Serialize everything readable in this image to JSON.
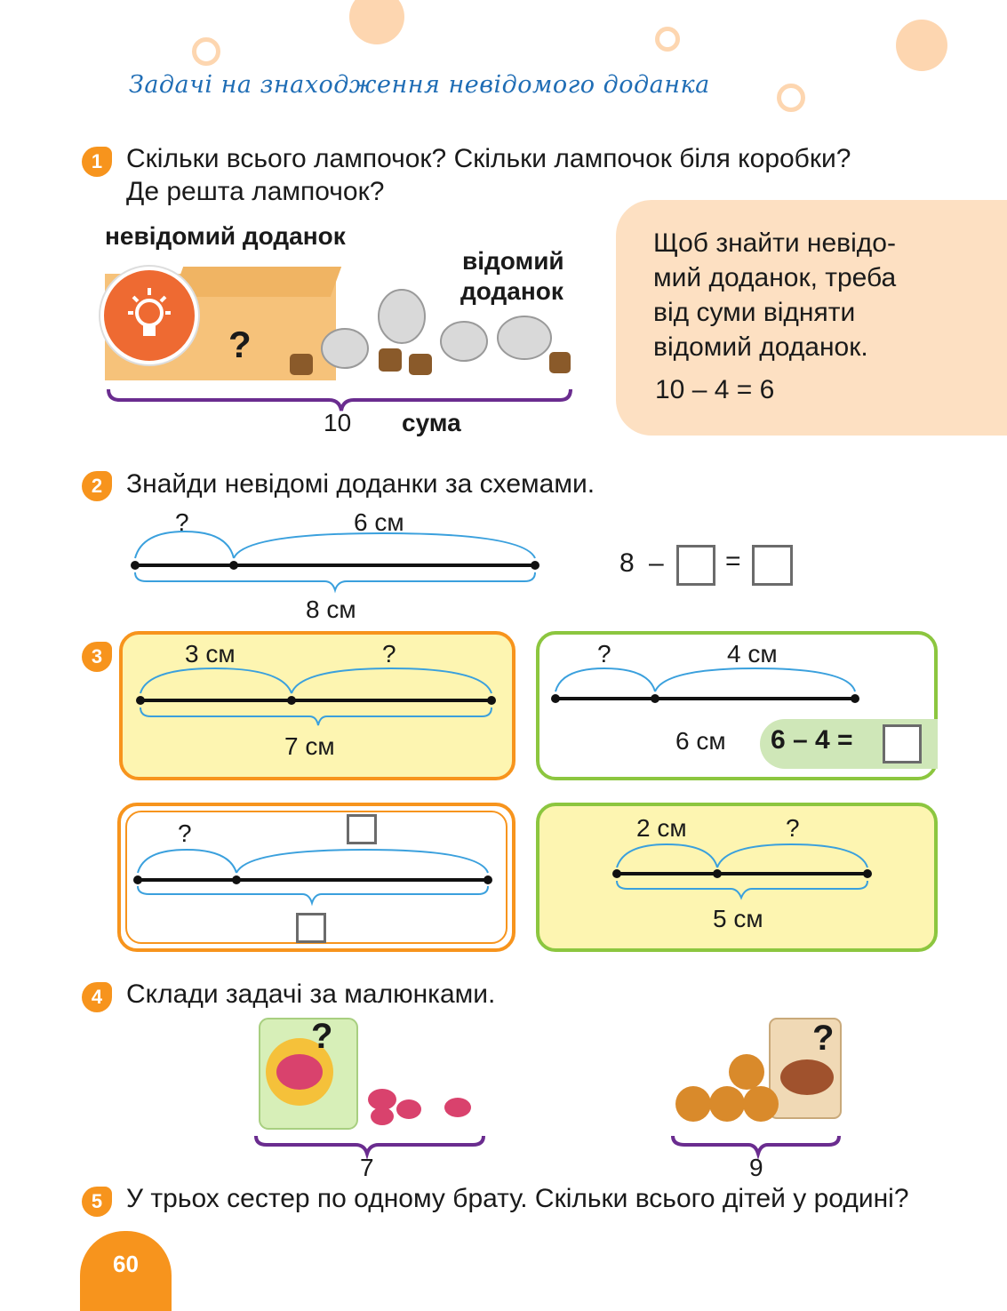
{
  "title": "Задачі на знаходження невідомого доданка",
  "task1": {
    "number": "1",
    "text_line1": "Скільки всього лампочок? Скільки лампочок біля коробки?",
    "text_line2": "Де решта лампочок?",
    "label_unknown": "невідомий доданок",
    "label_known_1": "відомий",
    "label_known_2": "доданок",
    "box_question": "?",
    "total_value": "10",
    "total_label": "сума",
    "rule_lines": [
      "Щоб знайти невідо-",
      "мий доданок, треба",
      "від суми відняти",
      "відомий доданок."
    ],
    "rule_equation": "10 – 4 = 6"
  },
  "task2": {
    "number": "2",
    "text": "Знайди невідомі доданки за схемами.",
    "part1": "?",
    "part2": "6 см",
    "total": "8 см",
    "eq_left": "8",
    "eq_minus": "–",
    "eq_equals": "="
  },
  "task3": {
    "number": "3",
    "card_a": {
      "part1": "3 см",
      "part2": "?",
      "total": "7 см"
    },
    "card_b": {
      "part1": "?",
      "part2": "4 см",
      "total": "6 см",
      "eq": "6 – 4 ="
    },
    "card_c": {
      "part1": "?"
    },
    "card_d": {
      "part1": "2 см",
      "part2": "?",
      "total": "5 см"
    }
  },
  "task4": {
    "number": "4",
    "text": "Склади задачі за малюнками.",
    "candy_question": "?",
    "candy_total": "7",
    "cookie_question": "?",
    "cookie_total": "9"
  },
  "task5": {
    "number": "5",
    "text": "У трьох сестер по одному брату. Скільки всього дітей у родині?"
  },
  "page_number": "60",
  "colors": {
    "orange": "#f7941d",
    "purple": "#6a2c8f",
    "blue_arc": "#3aa0dd",
    "green": "#8cc63f",
    "peach": "#fde0c2",
    "yellow": "#fdf5b1"
  }
}
